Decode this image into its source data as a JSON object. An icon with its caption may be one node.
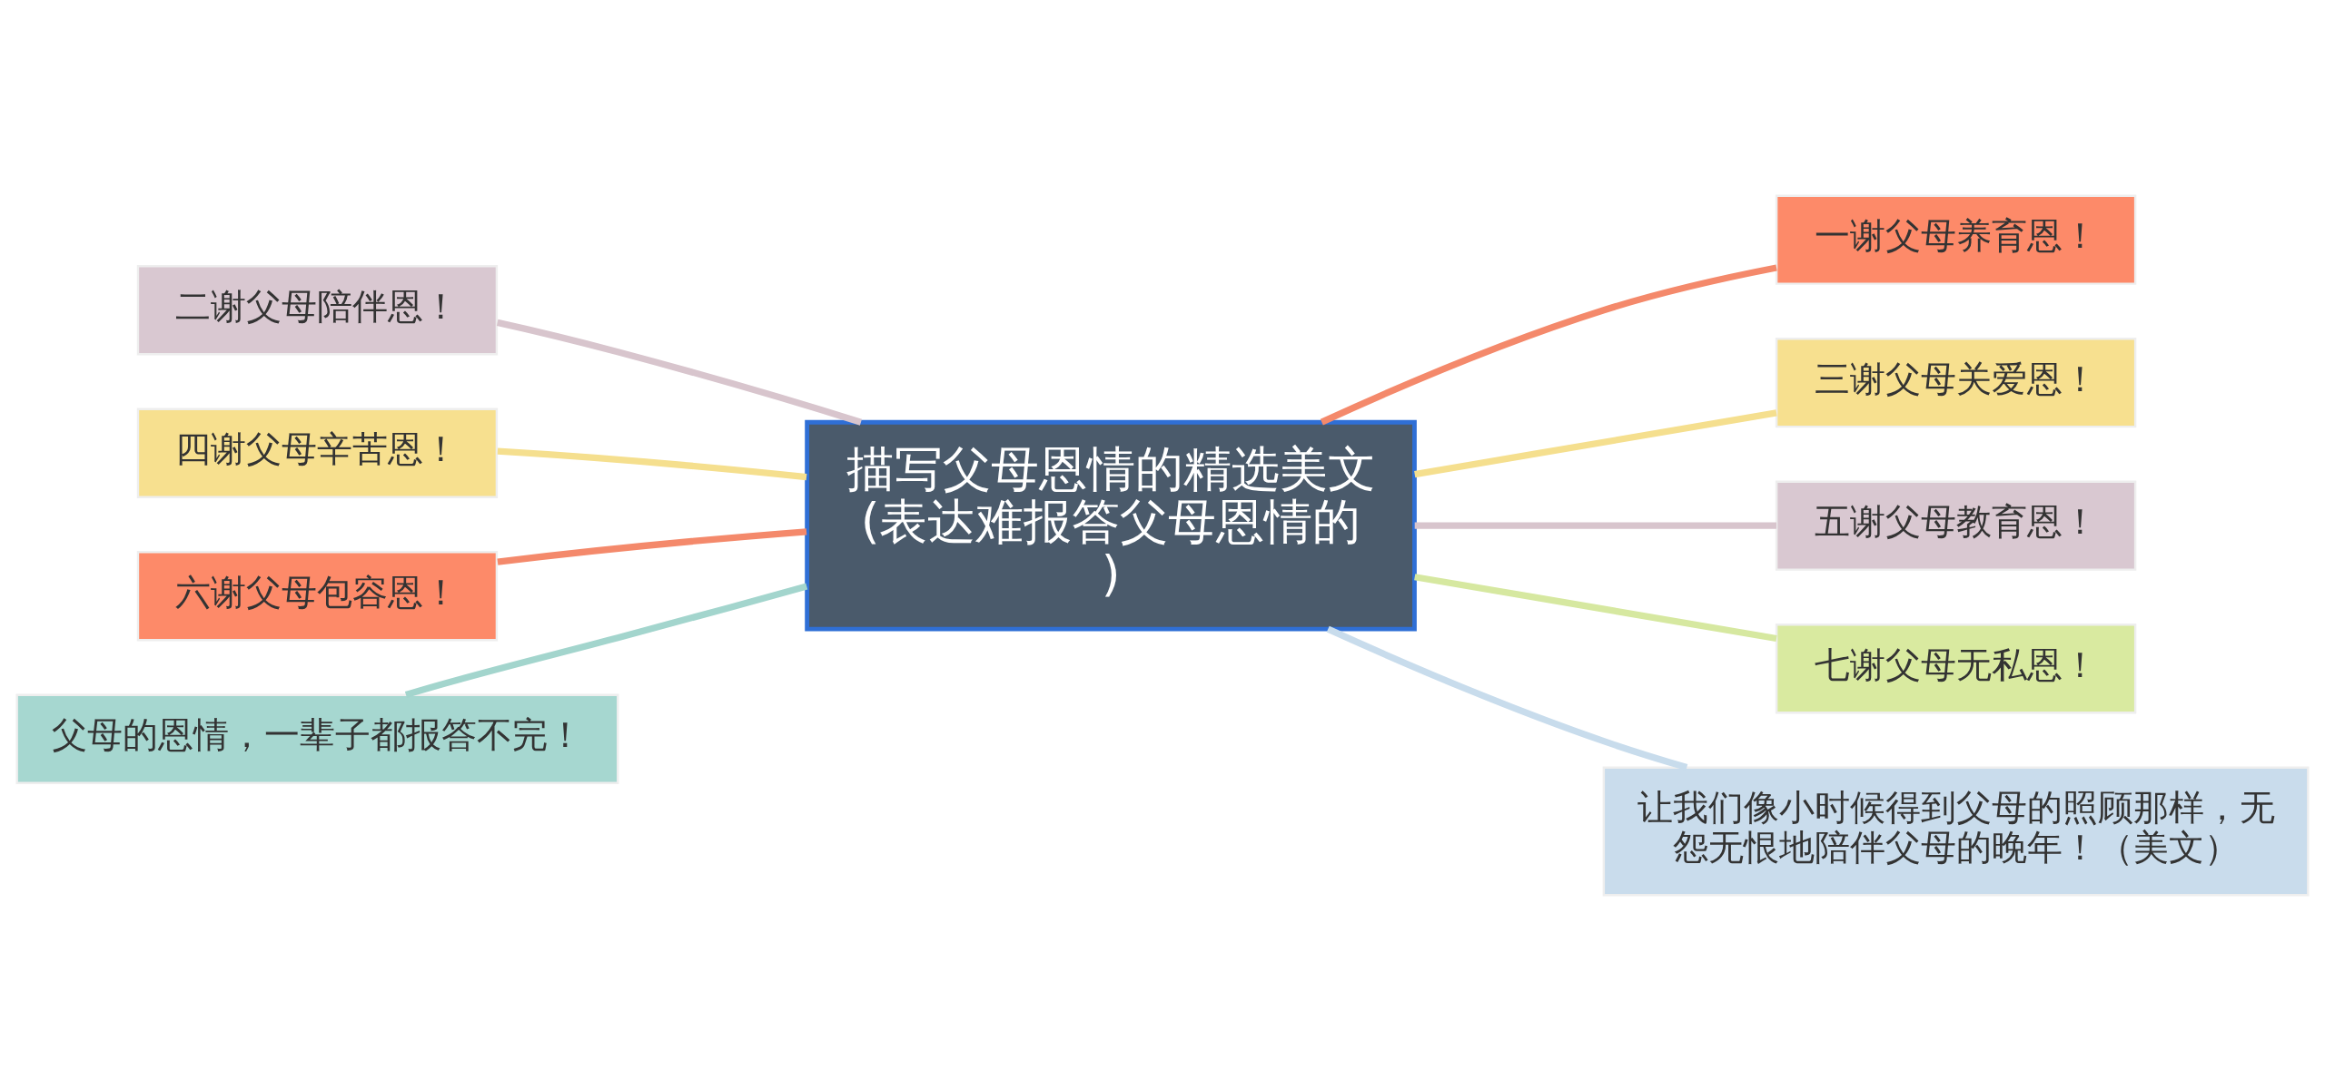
{
  "diagram": {
    "nodes": [
      {
        "text": [
          "描写父母恩情的精选美文(表达难报答父母恩情的)"
        ]
      },
      {
        "text": [
          "一谢父母养育恩！"
        ]
      },
      {
        "text": [
          "二谢父母陪伴恩！"
        ]
      },
      {
        "text": [
          "三谢父母关爱恩！"
        ]
      },
      {
        "text": [
          "四谢父母辛苦恩！"
        ]
      },
      {
        "text": [
          "五谢父母教育恩！"
        ]
      },
      {
        "text": [
          "六谢父母包容恩！"
        ]
      },
      {
        "text": [
          "七谢父母无私恩！"
        ]
      },
      {
        "text": [
          "父母的恩情，一辈子都报答不完！"
        ]
      },
      {
        "text": [
          "让我们像小时候得到父母的照顾那样，无怨无恨地陪伴父母的晚年！（美文）"
        ]
      }
    ],
    "edges": [
      {
        "from": 0,
        "to": 1,
        "arrow": "none",
        "color": "#f4896b"
      },
      {
        "from": 0,
        "to": 2,
        "arrow": "none",
        "color": "#d8c5cd"
      },
      {
        "from": 0,
        "to": 3,
        "arrow": "none",
        "color": "#f5df8e"
      },
      {
        "from": 0,
        "to": 4,
        "arrow": "none",
        "color": "#f5df8e"
      },
      {
        "from": 0,
        "to": 5,
        "arrow": "none",
        "color": "#d8c5cd"
      },
      {
        "from": 0,
        "to": 6,
        "arrow": "none",
        "color": "#f4896b"
      },
      {
        "from": 0,
        "to": 7,
        "arrow": "none",
        "color": "#d6e8a0"
      },
      {
        "from": 0,
        "to": 8,
        "arrow": "none",
        "color": "#a3d5cd"
      },
      {
        "from": 0,
        "to": 9,
        "arrow": "none",
        "color": "#c8dcec"
      }
    ]
  }
}
